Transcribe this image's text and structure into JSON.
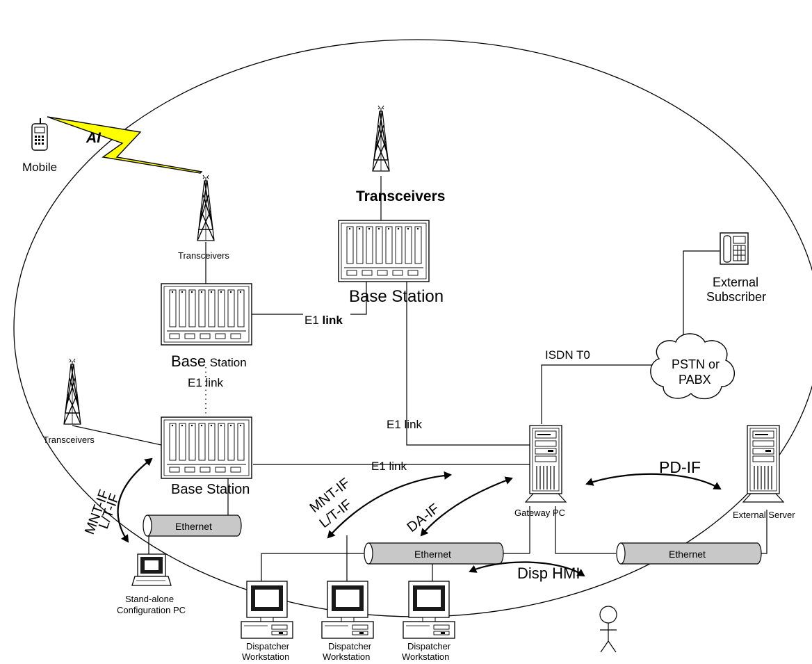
{
  "labels": {
    "ai": "AI",
    "mobile": "Mobile",
    "transceivers_big": "Transceivers",
    "transceivers_left": "Transceivers",
    "transceivers_far_left": "Transceivers",
    "base_station_top": "Base Station",
    "base_station_left": "Base",
    "base_station_left_2": "Station",
    "base_station_bottom": "Base Station",
    "e1_top_1": "E1",
    "e1_top_2": "link",
    "e1_vertical": "E1 link",
    "e1_middle": "E1 link",
    "e1_bottom": "E1 link",
    "external_subscriber_1": "External",
    "external_subscriber_2": "Subscriber",
    "isdn": "ISDN T0",
    "pstn_1": "PSTN or",
    "pstn_2": "PABX",
    "pd_if": "PD-IF",
    "gateway_pc": "Gateway PC",
    "external_server": "External Server",
    "mnt_if_left": "MNT-IF",
    "lt_if_left": "L/T-IF",
    "mnt_if_mid": "MNT-IF",
    "lt_if_mid": "L/T-IF",
    "da_if": "DA-IF",
    "ethernet_left": "Ethernet",
    "ethernet_mid": "Ethernet",
    "ethernet_right": "Ethernet",
    "standalone_1": "Stand-alone",
    "standalone_2": "Configuration PC",
    "disp_hmi": "Disp HMI",
    "dispatcher": "Dispatcher",
    "workstation": "Workstation"
  },
  "colors": {
    "lightning": "#ffff00",
    "cable": "#c8c8c8",
    "screen": "#1a1a1a"
  },
  "icons": [
    "mobile-phone-icon",
    "antenna-tower-icon",
    "base-station-rack-icon",
    "telephone-icon",
    "cloud-icon",
    "server-tower-icon",
    "laptop-icon",
    "desktop-workstation-icon",
    "person-icon",
    "lightning-bolt-icon"
  ]
}
